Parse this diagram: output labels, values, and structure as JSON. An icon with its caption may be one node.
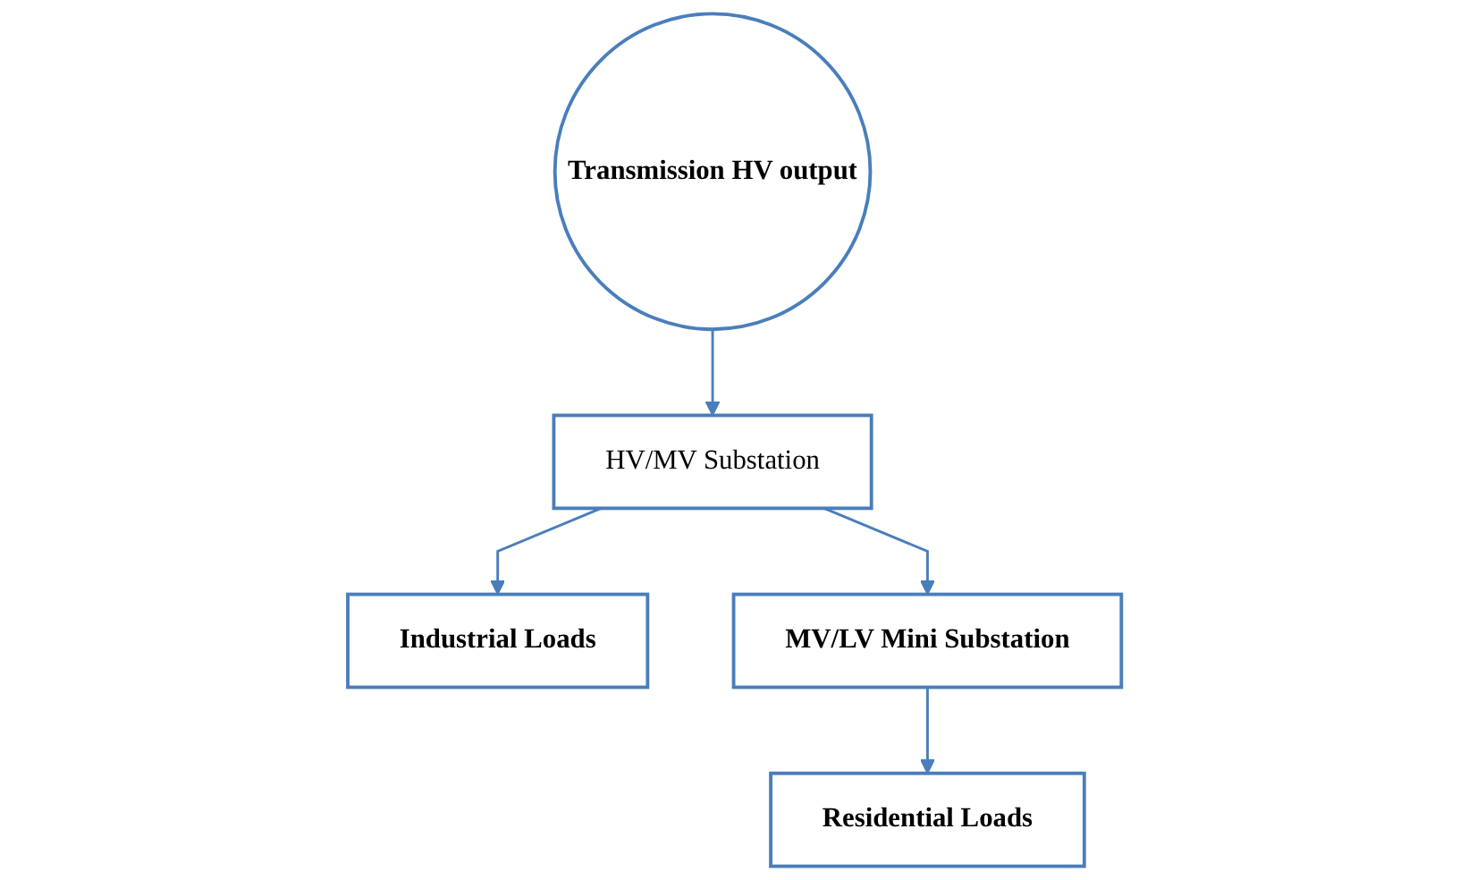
{
  "diagram": {
    "nodes": [
      {
        "text": [
          "Transmission HV output"
        ]
      },
      {
        "text": [
          "HV/MV Substation"
        ]
      },
      {
        "text": [
          "Industrial Loads"
        ]
      },
      {
        "text": [
          "MV/LV Mini Substation"
        ]
      },
      {
        "text": [
          "Residential Loads"
        ]
      }
    ],
    "edges": [
      {
        "from": 0,
        "to": 1,
        "arrow": "to"
      },
      {
        "from": 1,
        "to": 2,
        "arrow": "to"
      },
      {
        "from": 1,
        "to": 3,
        "arrow": "to"
      },
      {
        "from": 3,
        "to": 4,
        "arrow": "to"
      }
    ]
  }
}
